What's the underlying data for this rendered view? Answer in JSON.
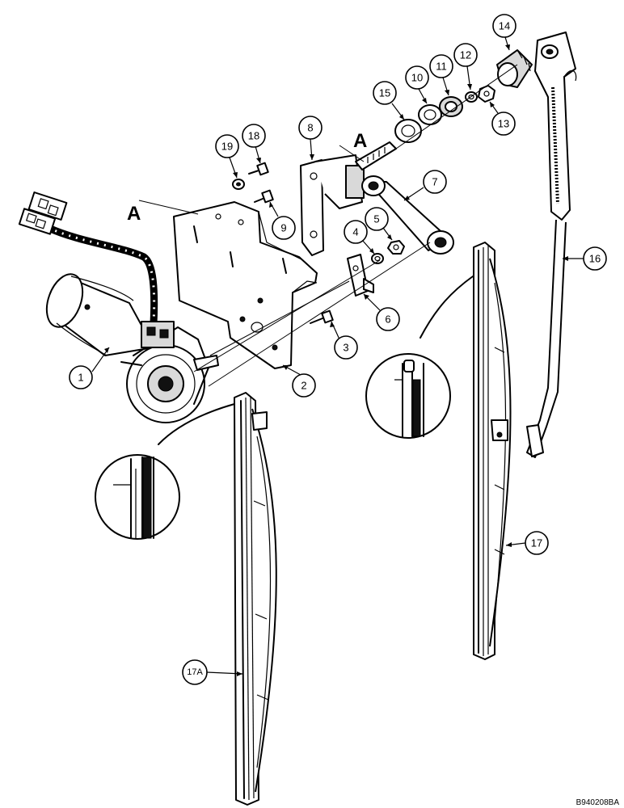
{
  "diagram": {
    "section_letters": [
      "A",
      "A"
    ],
    "reference_code": "B940208BA",
    "callouts": [
      "1",
      "2",
      "3",
      "4",
      "5",
      "6",
      "7",
      "8",
      "9",
      "10",
      "11",
      "12",
      "13",
      "14",
      "15",
      "16",
      "17",
      "17A",
      "18",
      "19"
    ]
  }
}
